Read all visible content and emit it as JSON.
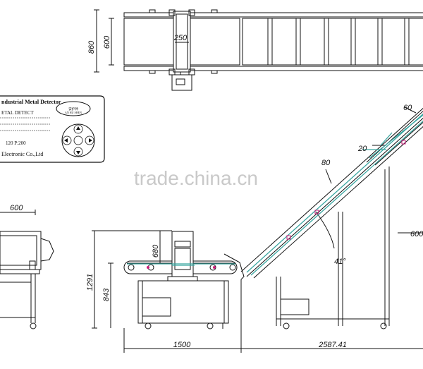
{
  "top_view": {
    "dim_overall": "860",
    "dim_belt": "600",
    "dim_aperture": "250"
  },
  "control_panel": {
    "title": "ndustrial Metal Detector",
    "logo_text": "安护神",
    "logo_subtext": "AN HU SHEN",
    "model_line": "ETAL DETECT",
    "param_line": "120 P:200",
    "maker_line": "Electronic Co.,Ltd"
  },
  "side_view": {
    "dim_length": "600"
  },
  "front_view": {
    "dim_total_height": "1291",
    "dim_belt_height": "843",
    "dim_head_height": "680",
    "dim_length": "1500"
  },
  "incline_view": {
    "dim_angle": "41°",
    "dim_top": "60",
    "dim_offset": "20",
    "dim_partial": "80",
    "dim_right": "600",
    "dim_length": "2587.41"
  },
  "watermark": "trade.china.cn",
  "colors": {
    "line": "#111111",
    "belt_highlight": "#3aa6a0",
    "marker": "#c81d7a",
    "watermark": "#c9c9c9"
  }
}
